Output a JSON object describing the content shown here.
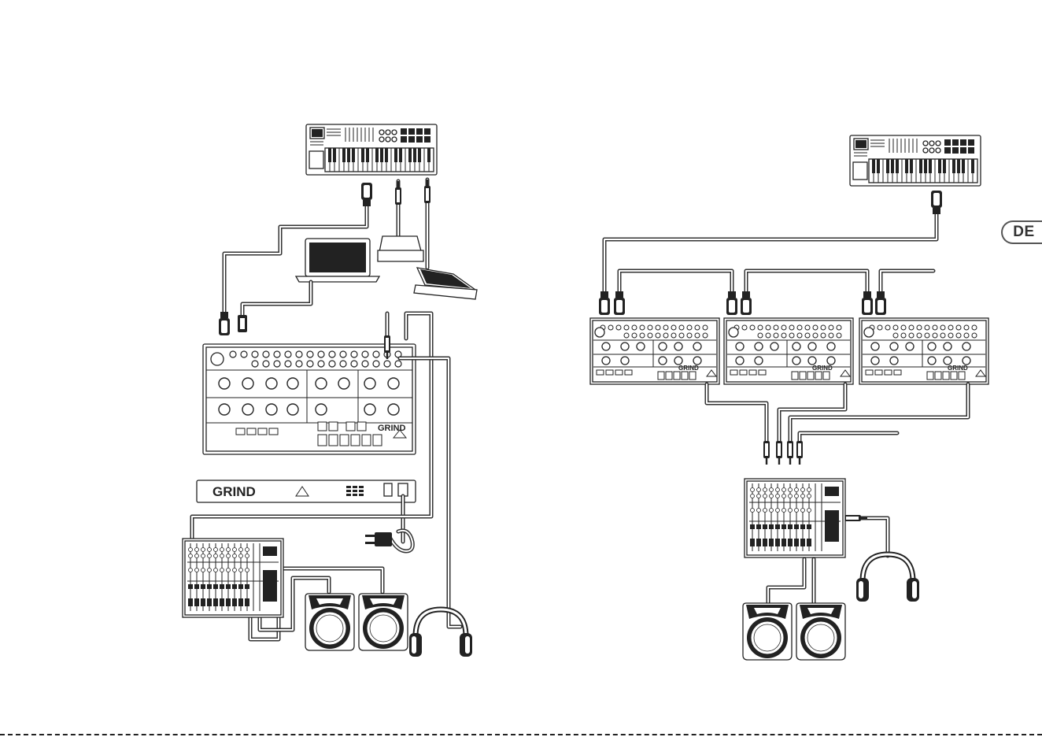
{
  "language_tab": {
    "label": "DE"
  },
  "device_labels": {
    "synth_brand": "GRIND",
    "rack_brand": "GRIND",
    "module_brand": "GRIND"
  },
  "colors": {
    "ink": "#222222",
    "cable": "#333333",
    "paper": "#ffffff",
    "tab_border": "#555555"
  },
  "icons": [
    "midi-keyboard-icon",
    "laptop-icon",
    "sustain-pedal-icon",
    "expression-pedal-icon",
    "synth-module-icon",
    "rack-unit-icon",
    "power-adapter-icon",
    "mixer-icon",
    "speaker-icon",
    "headphones-icon",
    "midi-connector-icon",
    "jack-connector-icon"
  ]
}
